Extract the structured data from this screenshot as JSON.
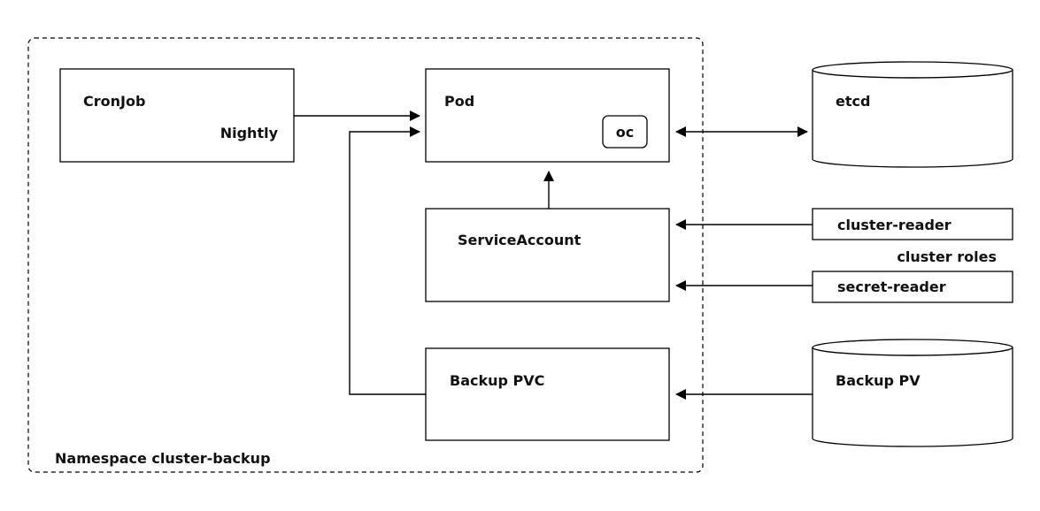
{
  "namespace": {
    "label": "Namespace cluster-backup"
  },
  "nodes": {
    "cronjob": {
      "label": "CronJob",
      "sublabel": "Nightly"
    },
    "pod": {
      "label": "Pod",
      "container": "oc"
    },
    "serviceaccount": {
      "label": "ServiceAccount"
    },
    "backup_pvc": {
      "label": "Backup PVC"
    },
    "etcd": {
      "label": "etcd"
    },
    "cluster_reader": {
      "label": "cluster-reader"
    },
    "secret_reader": {
      "label": "secret-reader"
    },
    "backup_pv": {
      "label": "Backup PV"
    }
  },
  "groups": {
    "cluster_roles": {
      "label": "cluster roles"
    }
  },
  "edges": [
    {
      "from": "cronjob",
      "to": "pod",
      "directed": true
    },
    {
      "from": "backup_pvc",
      "to": "pod",
      "directed": true
    },
    {
      "from": "pod",
      "to": "etcd",
      "directed": true,
      "bidirectional": true
    },
    {
      "from": "serviceaccount",
      "to": "pod",
      "directed": true
    },
    {
      "from": "cluster_reader",
      "to": "serviceaccount",
      "directed": true
    },
    {
      "from": "secret_reader",
      "to": "serviceaccount",
      "directed": true
    },
    {
      "from": "backup_pv",
      "to": "backup_pvc",
      "directed": true
    }
  ]
}
